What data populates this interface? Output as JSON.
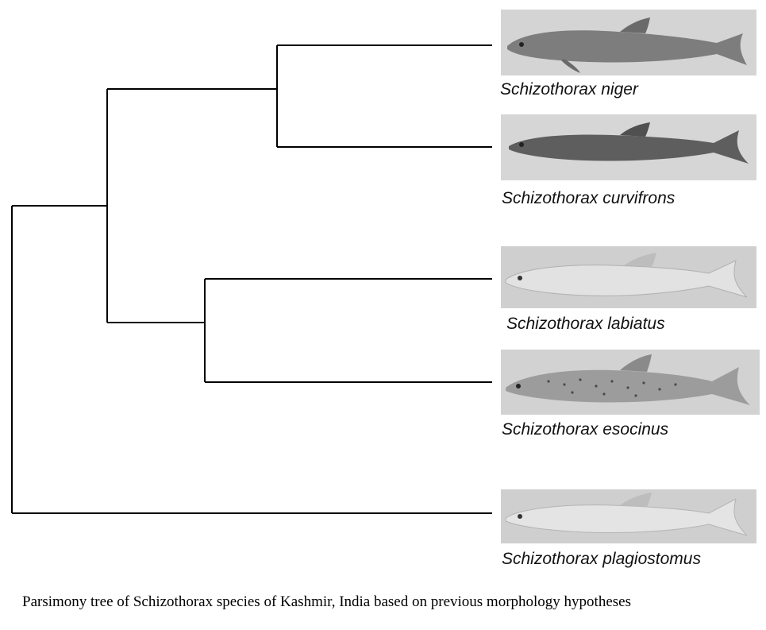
{
  "diagram": {
    "type": "phylogenetic-tree",
    "topology": "((niger,curvifrons),(labiatus,esocinus)),plagiostomus",
    "branch_color": "#000000",
    "photo_background": "#d0d0d0",
    "species": [
      {
        "id": "niger",
        "label": "Schizothorax niger",
        "body_color": "#8a8a8a",
        "icon": "fish-photo-dark"
      },
      {
        "id": "curvifrons",
        "label": "Schizothorax curvifrons",
        "body_color": "#6f6f6f",
        "icon": "fish-photo-dark-slender"
      },
      {
        "id": "labiatus",
        "label": "Schizothorax labiatus",
        "body_color": "#c4c4c4",
        "icon": "fish-photo-pale"
      },
      {
        "id": "esocinus",
        "label": "Schizothorax esocinus",
        "body_color": "#9a9a9a",
        "icon": "fish-photo-spotted"
      },
      {
        "id": "plagiostomus",
        "label": "Schizothorax plagiostomus",
        "body_color": "#c8c8c8",
        "icon": "fish-photo-pale"
      }
    ]
  },
  "caption": "Parsimony tree of Schizothorax species of Kashmir, India based on previous morphology hypotheses"
}
